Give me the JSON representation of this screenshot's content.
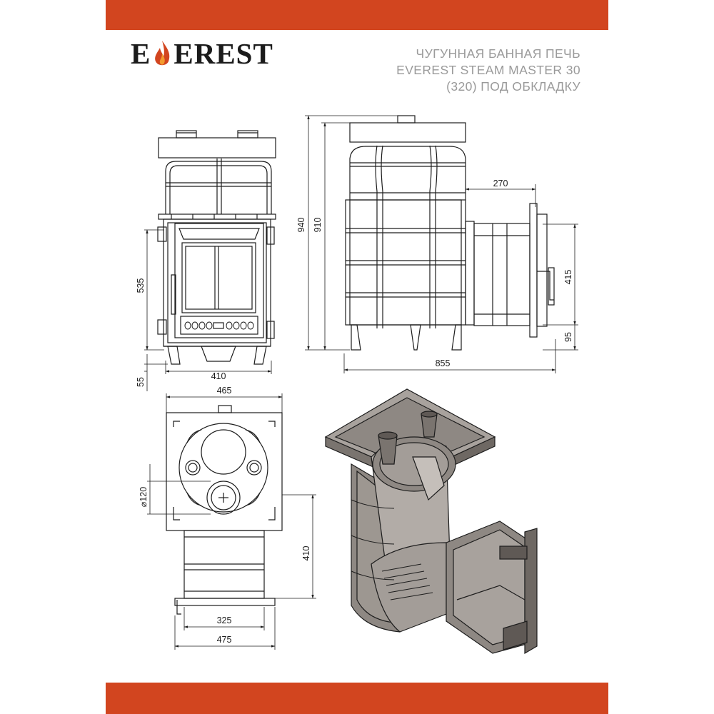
{
  "brand": {
    "logo_text_left": "E",
    "logo_text_right": "EREST",
    "flame_colors": [
      "#d2451f",
      "#f29a2e"
    ]
  },
  "header": {
    "title_line1": "ЧУГУННАЯ БАННАЯ ПЕЧЬ",
    "title_line2": "EVEREST STEAM MASTER 30",
    "title_line3": "(320) ПОД ОБКЛАДКУ"
  },
  "dimensions": {
    "front_height_535": "535",
    "front_leg_55": "55",
    "front_width_410": "410",
    "side_height_940": "940",
    "side_height_910": "910",
    "side_tunnel_270": "270",
    "side_door_415": "415",
    "side_door_offset_95": "95",
    "side_length_855": "855",
    "top_width_465": "465",
    "top_flue_120": "⌀120",
    "top_tunnel_410": "410",
    "top_door_325": "325",
    "top_total_475": "475"
  },
  "colors": {
    "accent": "#d2451f",
    "line": "#1d1d1d",
    "title_gray": "#9a9a9a",
    "section_fill": "#8e8883",
    "section_light": "#b2aca7"
  }
}
